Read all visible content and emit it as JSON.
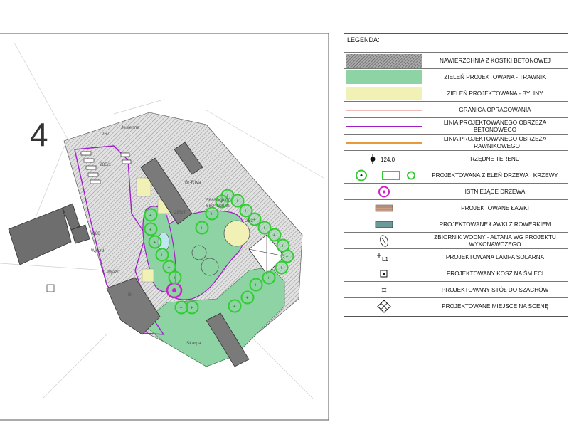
{
  "plan": {
    "north_symbol": "4",
    "labels": [
      {
        "id": "l267",
        "text": "267"
      },
      {
        "id": "lJ",
        "text": "Jesienna"
      },
      {
        "id": "l2851",
        "text": "285/1"
      },
      {
        "id": "l2857",
        "text": "285/7"
      },
      {
        "id": "lBRWa",
        "text": "Br-RIVa"
      },
      {
        "id": "l5685",
        "text": "5685000.00"
      },
      {
        "id": "l6804",
        "text": "6804500.00"
      },
      {
        "id": "l668",
        "text": "668"
      },
      {
        "id": "lw1",
        "text": "Wjazd"
      },
      {
        "id": "lw2",
        "text": "Wjazd"
      },
      {
        "id": "l283",
        "text": "283"
      },
      {
        "id": "lBr",
        "text": "Br"
      },
      {
        "id": "lsk",
        "text": "Skarpa"
      }
    ]
  },
  "legend": {
    "title": "LEGENDA:",
    "items": [
      {
        "label": "NAWIERZCHNIA Z KOSTKI BETONOWEJ",
        "symbol": "hatch-swatch"
      },
      {
        "label": "ZIELEŃ PROJEKTOWANA - TRAWNIK",
        "symbol": "lawn-swatch",
        "color": "#8ed3a4"
      },
      {
        "label": "ZIELEŃ PROJEKTOWANA - BYLINY",
        "symbol": "perennial-swatch",
        "color": "#f1f0b5"
      },
      {
        "label": "GRANICA OPRACOWANIA",
        "symbol": "boundary-line",
        "color": "#e07a7a"
      },
      {
        "label": "LINIA PROJEKTOWANEGO OBRZEŻA BETONOWEGO",
        "symbol": "concrete-edge-line",
        "color": "#a020c8"
      },
      {
        "label": "LINIA PROJEKTOWANEGO OBRZEŻA TRAWNIKOWEGO",
        "symbol": "lawn-edge-line",
        "color": "#e89a3a"
      },
      {
        "label": "RZĘDNE TERENU",
        "symbol": "elevation-icon",
        "value": "124,0"
      },
      {
        "label": "PROJEKTOWANA ZIELEŃ DRZEWA I KRZEWY",
        "symbol": "tree-shrub-icon",
        "color": "#33cc33"
      },
      {
        "label": "ISTNIEJĄCE DRZEWA",
        "symbol": "existing-tree-icon",
        "color": "#cc22cc"
      },
      {
        "label": "PROJEKTOWANE ŁAWKI",
        "symbol": "bench-icon",
        "color": "#c9a08a"
      },
      {
        "label": "PROJEKTOWANE ŁAWKI Z ROWERKIEM",
        "symbol": "bike-bench-icon",
        "color": "#6c9a98"
      },
      {
        "label": "ZBIORNIK WODNY - ALTANA WG PROJEKTU WYKONAWCZEGO",
        "symbol": "water-tank-icon"
      },
      {
        "label": "PROJEKTOWANA LAMPA SOLARNA",
        "symbol": "solar-lamp-icon",
        "value": "L1"
      },
      {
        "label": "PROJEKTOWANY KOSZ NA ŚMIECI",
        "symbol": "trash-bin-icon"
      },
      {
        "label": "PROJEKTOWANY STÓŁ DO SZACHÓW",
        "symbol": "chess-table-icon"
      },
      {
        "label": "PROJEKTOWANE MIEJSCE NA SCENĘ",
        "symbol": "stage-icon"
      }
    ]
  }
}
